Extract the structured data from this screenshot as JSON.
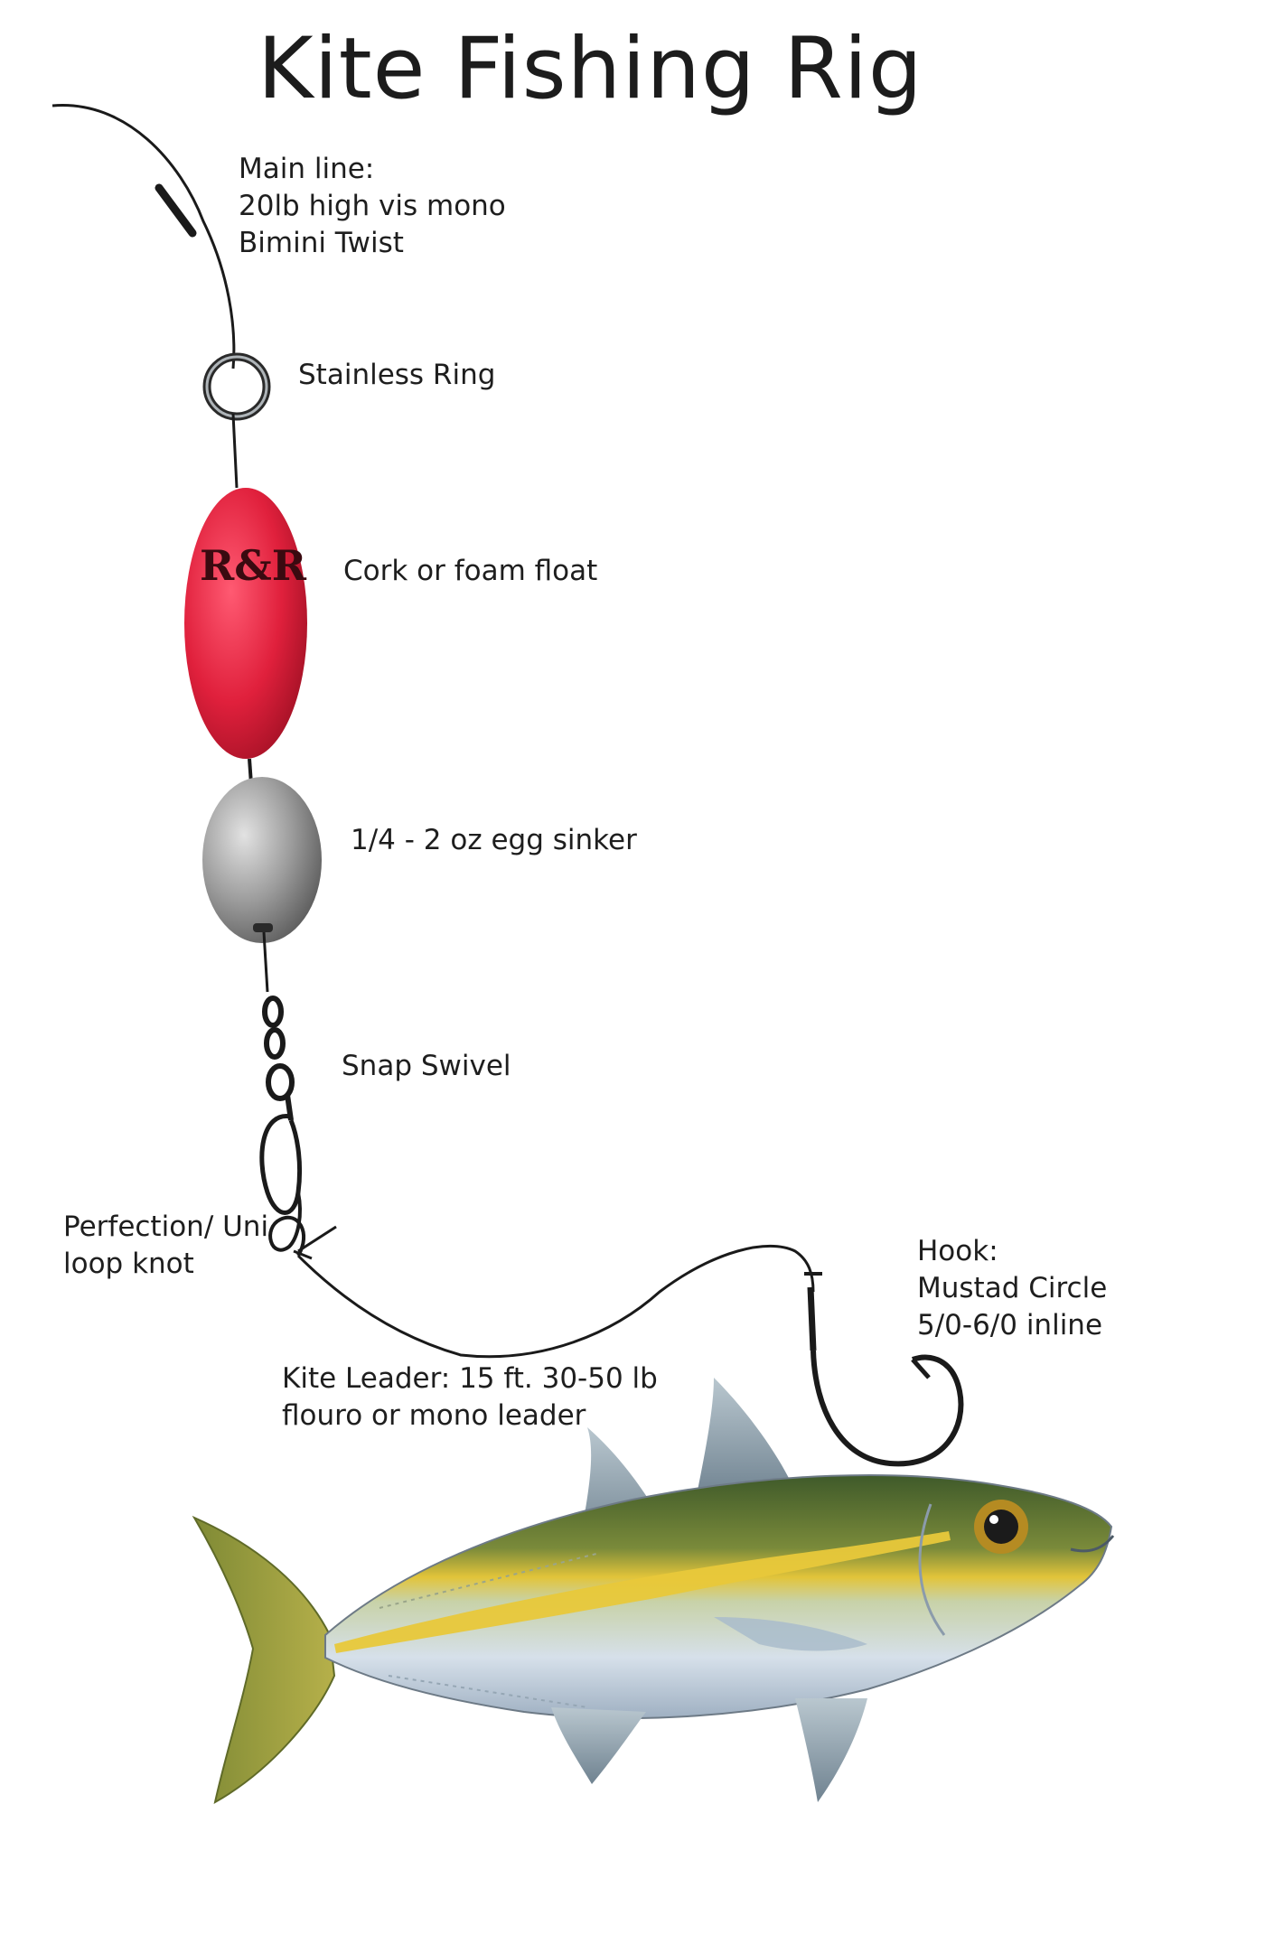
{
  "title": "Kite Fishing Rig",
  "labels": {
    "main_line": [
      "Main line:",
      "20lb high vis mono",
      "Bimini Twist"
    ],
    "ring": [
      "Stainless Ring"
    ],
    "float": [
      "Cork or foam float"
    ],
    "sinker": [
      "1/4 - 2 oz egg sinker"
    ],
    "swivel": [
      "Snap Swivel"
    ],
    "knot": [
      "Perfection/ Uni",
      "loop knot"
    ],
    "leader": [
      "Kite Leader:  15 ft.  30-50 lb",
      "flouro or mono leader"
    ],
    "hook": [
      "Hook:",
      "Mustad Circle",
      "5/0-6/0 inline"
    ]
  },
  "float_logo": "R&R",
  "colors": {
    "line": "#1a1a1a",
    "float": "#e0203c",
    "sinker": "#8f8f8f",
    "fish_back": "#5c6e34",
    "fish_stripe": "#e2c43a",
    "fish_belly": "#cfd9e2"
  },
  "icons": [
    "ring-icon",
    "float-icon",
    "sinker-icon",
    "swivel-icon",
    "hook-icon",
    "fish-icon"
  ]
}
